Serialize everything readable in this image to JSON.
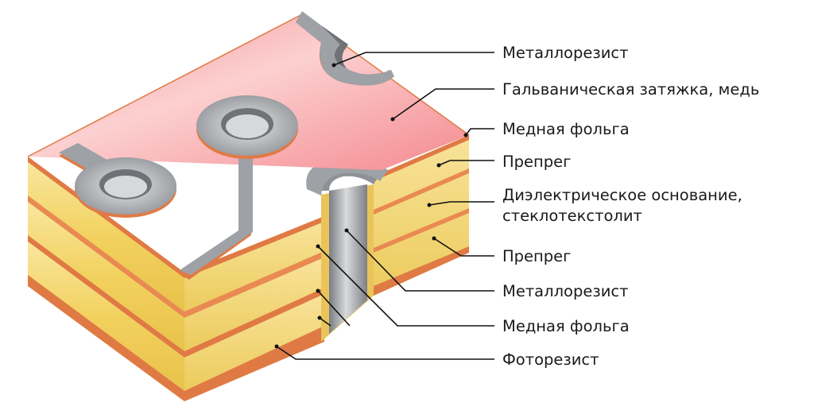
{
  "labels": {
    "l1": "Металлорезист",
    "l2": "Гальваническая затяжка, медь",
    "l3": "Медная фольга",
    "l4": "Препрег",
    "l5a": "Диэлектрическое основание,",
    "l5b": "стеклотекстолит",
    "l6": "Препрег",
    "l7": "Металлорезист",
    "l8": "Медная фольга",
    "l9": "Фоторезист"
  },
  "colors": {
    "top_surface": "#f7a3a6",
    "top_highlight": "#fcd2d2",
    "copper_edge": "#e07a45",
    "dielectric": "#f2d36a",
    "dielectric_light": "#f9e8a3",
    "metal": "#9ea1a6",
    "metal_dark": "#6f7276"
  }
}
